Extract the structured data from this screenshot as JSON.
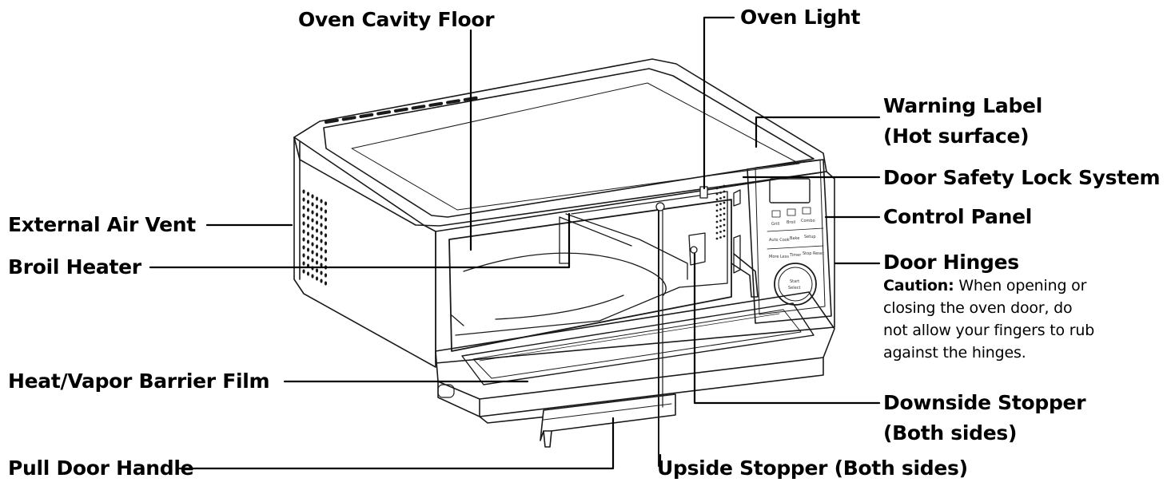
{
  "labels": {
    "oven_cavity_floor": "Oven Cavity Floor",
    "oven_light": "Oven Light",
    "warning_label_line1": "Warning Label",
    "warning_label_line2": "(Hot surface)",
    "door_safety_lock": "Door Safety Lock System",
    "control_panel": "Control Panel",
    "external_air_vent": "External Air Vent",
    "broil_heater": "Broil Heater",
    "door_hinges": "Door Hinges",
    "heat_vapor_barrier": "Heat/Vapor Barrier Film",
    "downside_stopper_line1": "Downside Stopper",
    "downside_stopper_line2": "(Both sides)",
    "pull_door_handle": "Pull Door Handle",
    "upside_stopper": "Upside Stopper (Both sides)"
  },
  "caution": {
    "title": "Caution:",
    "line1": "When opening or",
    "line2": "closing the oven door, do",
    "line3": "not allow your fingers to rub",
    "line4": "against the hinges."
  },
  "control_panel_buttons": {
    "grill": "Grill",
    "broil": "Broil",
    "combo": "Combo",
    "auto_cook": "Auto Cook",
    "bake": "Bake",
    "setup": "Setup",
    "more_less": "More Less",
    "timer": "Timer",
    "stop_reset": "Stop Reset",
    "start": "Start",
    "select": "Select"
  },
  "colors": {
    "stroke": "#1a1a1a",
    "leader": "#000000",
    "background": "#ffffff"
  }
}
